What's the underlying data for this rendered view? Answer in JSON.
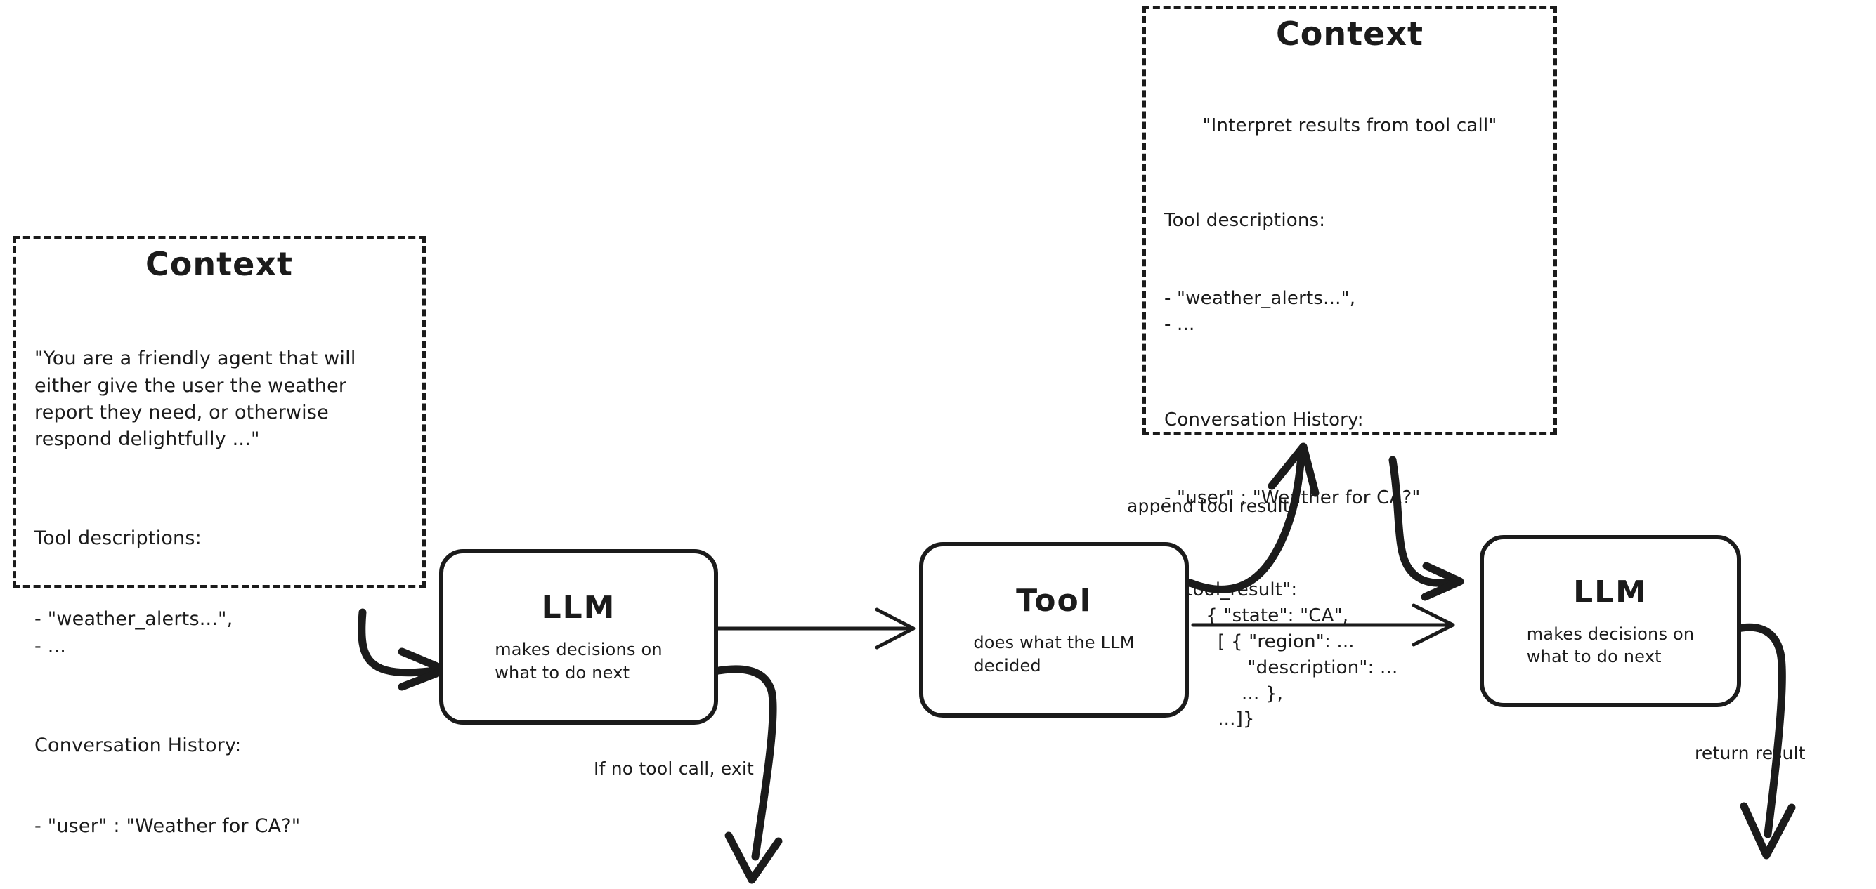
{
  "diagram": {
    "title": "LLM agent loop with tool calling",
    "stroke_color": "#1b1b1b",
    "background_color": "#ffffff"
  },
  "context_left": {
    "title": "Context",
    "system_prompt": "\"You are a friendly agent that will either give the user the weather report they need, or otherwise respond delightfully ...\"",
    "tool_descriptions_heading": "Tool descriptions:",
    "tool_descriptions_items": "- \"weather_alerts...\",\n- ...",
    "conversation_heading": "Conversation History:",
    "conversation_items": "- \"user\" : \"Weather for CA?\""
  },
  "context_right": {
    "title": "Context",
    "system_prompt": "\"Interpret results from tool call\"",
    "tool_descriptions_heading": "Tool descriptions:",
    "tool_descriptions_items": "- \"weather_alerts...\",\n- ...",
    "conversation_heading": "Conversation History:",
    "conversation_user": "- \"user\" : \"Weather for CA?\"",
    "conversation_tool_result": "- \"tool_result\":\n       { \"state\": \"CA\",\n         [ { \"region\": ...\n              \"description\": ...\n             ... },\n         ...]}"
  },
  "nodes": {
    "llm_first": {
      "title": "LLM",
      "subtitle": "makes decisions on\nwhat to do next"
    },
    "tool": {
      "title": "Tool",
      "subtitle": "does what the LLM\ndecided"
    },
    "llm_second": {
      "title": "LLM",
      "subtitle": "makes decisions on\nwhat to do next"
    }
  },
  "edge_labels": {
    "append_tool_result": "append tool result",
    "if_no_tool_call_exit": "If no tool call, exit",
    "return_result": "return result"
  }
}
